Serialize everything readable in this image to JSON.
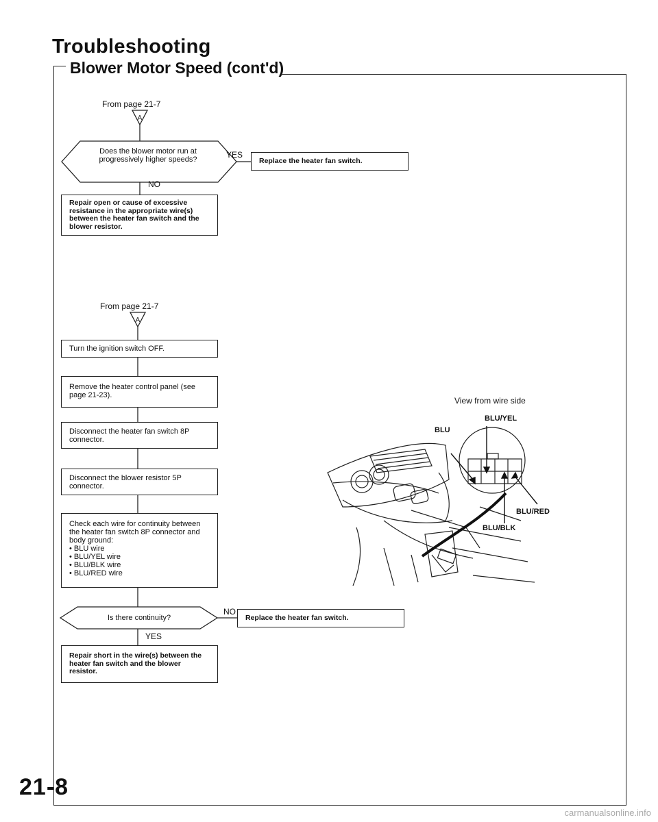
{
  "page": {
    "title": "Troubleshooting",
    "section": "Blower Motor Speed (cont'd)",
    "page_number": "21-8",
    "watermark": "carmanualsonline.info"
  },
  "flow1": {
    "from": "From page 21-7",
    "connector": "A",
    "question": "Does the blower motor run at progressively higher speeds?",
    "yes_label": "YES",
    "yes_action": "Replace the heater fan switch.",
    "no_label": "NO",
    "no_action": "Repair open or cause of excessive resistance in the appropriate wire(s) between the heater fan switch and the blower resistor."
  },
  "flow2": {
    "from": "From page 21-7",
    "connector": "A",
    "steps": [
      "Turn the ignition switch OFF.",
      "Remove the heater control panel (see page 21-23).",
      "Disconnect the heater fan switch 8P connector.",
      "Disconnect the blower resistor 5P connector."
    ],
    "check_intro": "Check each wire for continuity between the heater fan switch 8P connector and body ground:",
    "check_items": [
      "• BLU wire",
      "• BLU/YEL wire",
      "• BLU/BLK wire",
      "• BLU/RED wire"
    ],
    "question": "Is there continuity?",
    "no_label": "NO",
    "no_action": "Replace the heater fan switch.",
    "yes_label": "YES",
    "yes_action": "Repair short in the wire(s) between the heater fan switch and the blower resistor."
  },
  "illustration": {
    "caption": "View from wire side",
    "wires": {
      "blu_yel": "BLU/YEL",
      "blu": "BLU",
      "blu_red": "BLU/RED",
      "blu_blk": "BLU/BLK"
    }
  }
}
